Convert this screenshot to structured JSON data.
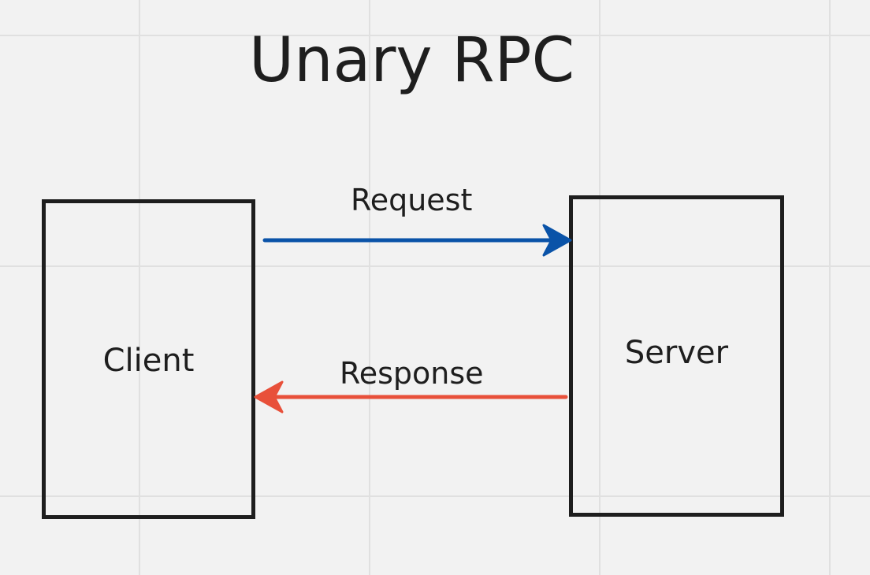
{
  "title": "Unary RPC",
  "nodes": {
    "client": {
      "label": "Client"
    },
    "server": {
      "label": "Server"
    }
  },
  "edges": {
    "request": {
      "label": "Request",
      "color": "#0a53a8"
    },
    "response": {
      "label": "Response",
      "color": "#e8503a"
    }
  },
  "colors": {
    "background": "#f2f2f2",
    "grid": "#e0e0e0",
    "stroke": "#1e1e1e"
  }
}
